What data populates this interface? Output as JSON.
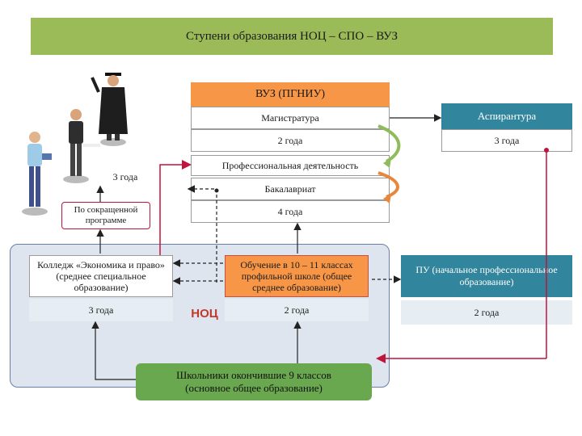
{
  "title": "Ступени образования НОЦ – СПО – ВУЗ",
  "vuz": {
    "header": "ВУЗ (ПГНИУ)",
    "magistratura": "Магистратура",
    "magistratura_years": "2 года",
    "professional": "Профессиональная деятельность",
    "bakalavriat": "Бакалавриат",
    "bakalavriat_years": "4 года"
  },
  "aspirantura": {
    "label": "Аспирантура",
    "years": "3 года"
  },
  "left_side": {
    "years_3": "3 года",
    "shortened": "По сокращенной программе"
  },
  "noc": {
    "label": "НОЦ",
    "college": "Колледж «Экономика и право» (среднее специальное образование)",
    "college_years": "3 года",
    "school": "Обучение в 10 – 11 классах профильной школе (общее среднее образование)",
    "school_years": "2 года"
  },
  "pu": {
    "label": "ПУ (начальное профессиональное образование)",
    "years": "2 года"
  },
  "graduates": "Школьники окончившие 9 классов (основное общее образование)",
  "colors": {
    "title_green": "#9bbb59",
    "orange": "#f79646",
    "teal": "#31859c",
    "red_line": "#c0143c",
    "green_button": "#6aa84f",
    "noc_red": "#c0392b"
  },
  "icons": [
    "graduate-with-cap-icon",
    "student-with-books-icon",
    "student-thinking-icon"
  ]
}
